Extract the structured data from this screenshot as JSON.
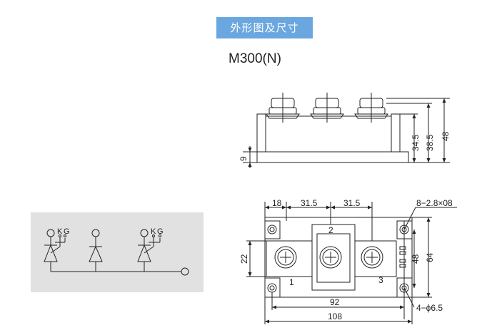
{
  "header": {
    "title": "外形图及尺寸",
    "model": "M300(N)"
  },
  "side_view": {
    "dim_height_total": "48",
    "dim_height_38": "38.5",
    "dim_height_34": "34.5",
    "dim_base": "9"
  },
  "top_view": {
    "dim_18": "18",
    "dim_31a": "31.5",
    "dim_31b": "31.5",
    "dim_holes": "8−2.8×08",
    "dim_22": "22",
    "dim_48": "48",
    "dim_64": "64",
    "dim_92": "92",
    "dim_108": "108",
    "dim_mount": "4−ϕ6.5",
    "terminal_1": "1",
    "terminal_2": "2",
    "terminal_3": "3"
  },
  "schematic": {
    "k1": "K",
    "g1": "G",
    "k2": "K",
    "g2": "G"
  },
  "colors": {
    "badge": "#6aa7e0",
    "panel": "#e1e1e1",
    "line": "#222222"
  }
}
